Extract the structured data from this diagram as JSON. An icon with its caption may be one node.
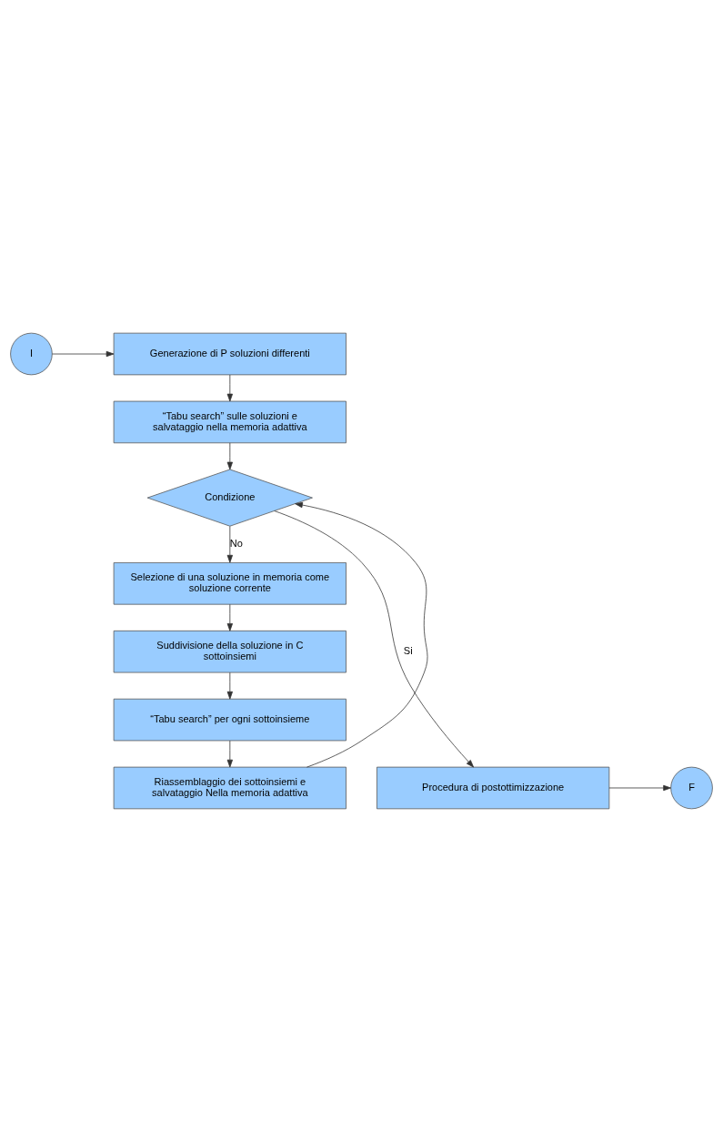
{
  "diagram": {
    "nodes": [
      {
        "text": [
          "I"
        ]
      },
      {
        "text": [
          "Generazione di P soluzioni differenti"
        ]
      },
      {
        "text": [
          "“Tabu search” sulle soluzioni e salvataggio nella memoria adattiva"
        ]
      },
      {
        "text": [
          "Condizione"
        ]
      },
      {
        "text": [
          "Selezione di una soluzione in memoria come soluzione corrente"
        ]
      },
      {
        "text": [
          "Suddivisione della soluzione in C sottoinsiemi"
        ]
      },
      {
        "text": [
          "“Tabu search” per ogni sottoinsieme"
        ]
      },
      {
        "text": [
          "Riassemblaggio dei sottoinsiemi e salvataggio Nella memoria adattiva"
        ]
      },
      {
        "text": [
          "F"
        ]
      },
      {
        "text": [
          "Procedura di postottimizzazione"
        ]
      }
    ],
    "edges": [
      {
        "from": 0,
        "to": 1,
        "arrow": "to"
      },
      {
        "from": 1,
        "to": 2,
        "arrow": "to"
      },
      {
        "from": 2,
        "to": 3,
        "arrow": "to"
      },
      {
        "from": 3,
        "to": 4,
        "arrow": "to",
        "label": "No"
      },
      {
        "from": 4,
        "to": 5,
        "arrow": "to"
      },
      {
        "from": 5,
        "to": 6,
        "arrow": "to"
      },
      {
        "from": 6,
        "to": 7,
        "arrow": "to"
      },
      {
        "from": 7,
        "to": 3,
        "arrow": "to"
      },
      {
        "from": 3,
        "to": 9,
        "arrow": "to",
        "label": "Si"
      },
      {
        "from": 9,
        "to": 8,
        "arrow": "to"
      }
    ]
  }
}
